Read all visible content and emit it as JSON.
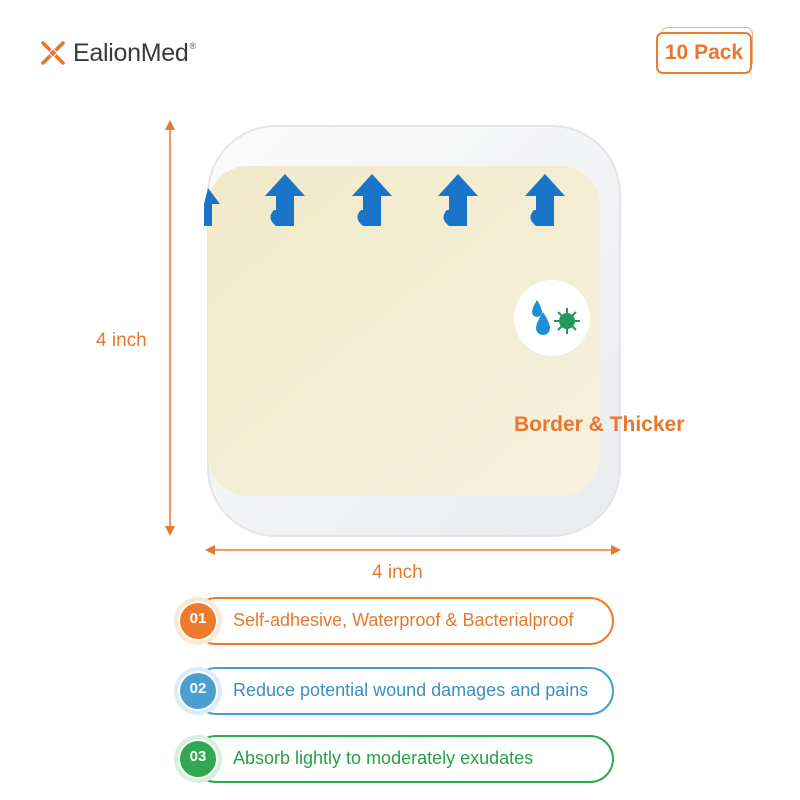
{
  "brand": {
    "name": "EalionMed",
    "registered_mark": "®"
  },
  "badge": {
    "pack_label": "10 Pack"
  },
  "dimensions": {
    "height_label": "4 inch",
    "width_label": "4 inch"
  },
  "callout": {
    "label": "Border & Thicker"
  },
  "features": [
    {
      "number": "01",
      "text": "Self-adhesive, Waterproof & Bacterialproof",
      "color": "#ee7a2e"
    },
    {
      "number": "02",
      "text": "Reduce potential wound damages and pains",
      "color": "#4a9fd0"
    },
    {
      "number": "03",
      "text": "Absorb lightly to moderately exudates",
      "color": "#2fa84f"
    }
  ],
  "colors": {
    "accent_orange": "#e8772e",
    "pad": "#f4ecd2",
    "arrows": "#1a75c9",
    "virus": "#1e9a5a"
  },
  "icons": [
    "brand-x-logo-icon",
    "water-drop-icon",
    "virus-icon",
    "up-arrow-icon"
  ]
}
